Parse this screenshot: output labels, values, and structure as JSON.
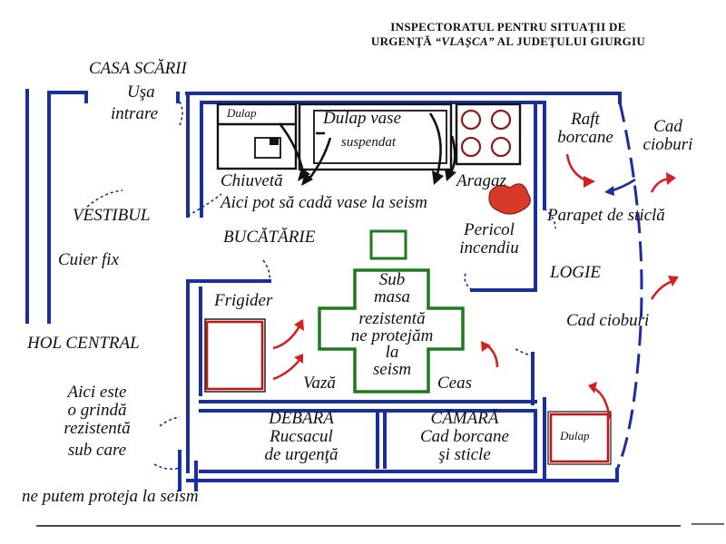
{
  "header": {
    "line1": "INSPECTORATUL PENTRU SITUAŢII DE",
    "line2_a": "URGENŢĂ ",
    "line2_b": "“VLAŞCA”",
    "line2_c": " AL JUDEŢULUI GIURGIU"
  },
  "labels": {
    "casa_scarii": "CASA SCĂRII",
    "usa": "Uşa",
    "intrare": "intrare",
    "vestibul": "VESTIBUL",
    "cuier": "Cuier fix",
    "hol": "HOL CENTRAL",
    "grinda_1": "Aici este",
    "grinda_2": "o grindă",
    "grinda_3": "rezistentă",
    "grinda_4": "sub care",
    "grinda_5": "ne putem proteja la seism",
    "dulap_small": "Dulap",
    "dulap_vase": "Dulap vase",
    "suspendat": "suspendat",
    "chiuveta": "Chiuvetă",
    "aragaz": "Aragaz",
    "cad_vase": "Aici pot să cadă vase la seism",
    "pericol_1": "Pericol",
    "pericol_2": "incendiu",
    "bucatarie": "BUCĂTĂRIE",
    "raft_1": "Raft",
    "raft_2": "borcane",
    "cad_ciob_1": "Cad",
    "cad_ciob_2": "cioburi",
    "parapet": "Parapet de sticlă",
    "logie": "LOGIE",
    "cad_cioburi": "Cad cioburi",
    "frigider": "Frigider",
    "sub_masa_1": "Sub",
    "sub_masa_2": "masa",
    "sub_masa_3": "rezistentă",
    "sub_masa_4": "ne protejăm",
    "sub_masa_5": "la",
    "sub_masa_6": "seism",
    "vaza": "Vază",
    "ceas": "Ceas",
    "debara_1": "DEBARA",
    "debara_2": "Rucsacul",
    "debara_3": "de urgenţă",
    "camara_1": "CĂMARĂ",
    "camara_2": "Cad borcane",
    "camara_3": "şi sticle",
    "dulap_logie": "Dulap"
  },
  "colors": {
    "wall": "#1a2f9c",
    "furniture": "#111111",
    "danger": "#d42020",
    "table": "#1f7a1f",
    "fire": "#d83a2a"
  }
}
